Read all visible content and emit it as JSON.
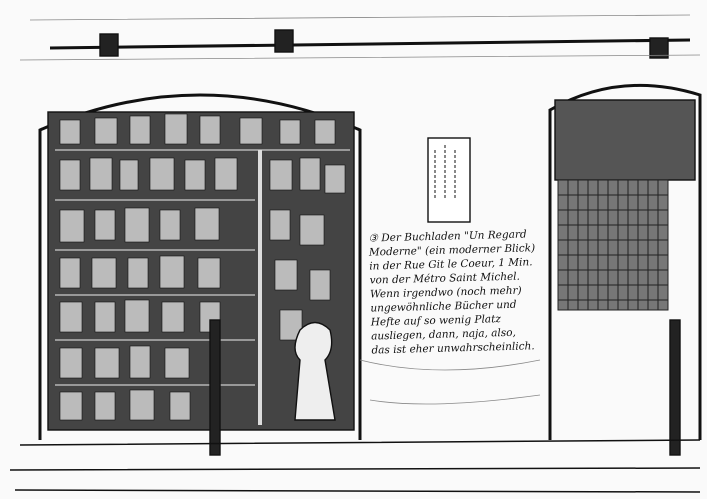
{
  "scene": {
    "description_type": "pen-and-ink sketch of a bookshop storefront",
    "ink_color": "#111111",
    "paper_color": "#fafafa"
  },
  "caption": {
    "lines": [
      "③ Der Buchladen \"Un Regard",
      "Moderne\" (ein moderner Blick)",
      "in der Rue Git le Coeur, 1 Min.",
      "von der Métro Saint Michel.",
      "Wenn irgendwo (noch mehr)",
      "ungewöhnliche Bücher und",
      "Hefte auf so wenig Platz",
      "ausliegen, dann, naja, also,",
      "das ist eher unwahrscheinlich."
    ]
  }
}
